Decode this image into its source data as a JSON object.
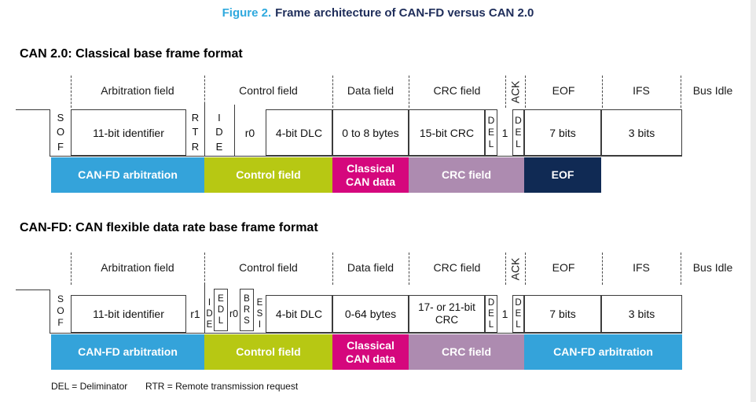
{
  "title": {
    "figure": "Figure 2.",
    "text": "Frame architecture of CAN-FD versus CAN 2.0"
  },
  "colors": {
    "title_blue": "#2fa9de",
    "title_navy": "#1e2d5a",
    "bar_blue": "#34a3da",
    "bar_green": "#b7c813",
    "bar_magenta": "#d5077d",
    "bar_purple": "#ad8bb0",
    "bar_navy": "#102a54"
  },
  "can20": {
    "heading": "CAN 2.0: Classical base frame format",
    "labels": {
      "arbitration": "Arbitration field",
      "control": "Control field",
      "data": "Data field",
      "crc": "CRC field",
      "ack": "ACK",
      "eof": "EOF",
      "ifs": "IFS",
      "bus_idle": "Bus Idle"
    },
    "cells": {
      "sof": "S\nO\nF",
      "identifier": "11-bit identifier",
      "rtr": "R\nT\nR",
      "ide": "I\nD\nE",
      "r0": "r0",
      "dlc": "4-bit DLC",
      "data": "0 to 8 bytes",
      "crc": "15-bit CRC",
      "del1": "D\nE\nL",
      "ack_slot": "1",
      "del2": "D\nE\nL",
      "eof": "7 bits",
      "ifs": "3 bits"
    },
    "bars": {
      "arbitration": "CAN-FD arbitration",
      "control": "Control field",
      "data": "Classical\nCAN data",
      "crc": "CRC field",
      "eof": "EOF"
    }
  },
  "canfd": {
    "heading": "CAN-FD: CAN flexible data rate base frame format",
    "labels": {
      "arbitration": "Arbitration field",
      "control": "Control field",
      "data": "Data field",
      "crc": "CRC field",
      "ack": "ACK",
      "eof": "EOF",
      "ifs": "IFS",
      "bus_idle": "Bus Idle"
    },
    "cells": {
      "sof": "S\nO\nF",
      "identifier": "11-bit identifier",
      "r1": "r1",
      "ide": "I\nD\nE",
      "edl": "E\nD\nL",
      "r0": "r0",
      "brs": "B\nR\nS",
      "esi": "E\nS\nI",
      "dlc": "4-bit DLC",
      "data": "0-64 bytes",
      "crc": "17- or 21-bit\nCRC",
      "del1": "D\nE\nL",
      "ack_slot": "1",
      "del2": "D\nE\nL",
      "eof": "7 bits",
      "ifs": "3 bits"
    },
    "bars": {
      "arbitration": "CAN-FD arbitration",
      "control": "Control field",
      "data": "Classical\nCAN data",
      "crc": "CRC field",
      "eof_ifs": "CAN-FD arbitration"
    }
  },
  "footer": {
    "del_note": "DEL = Deliminator",
    "rtr_note": "RTR = Remote transmission request"
  }
}
